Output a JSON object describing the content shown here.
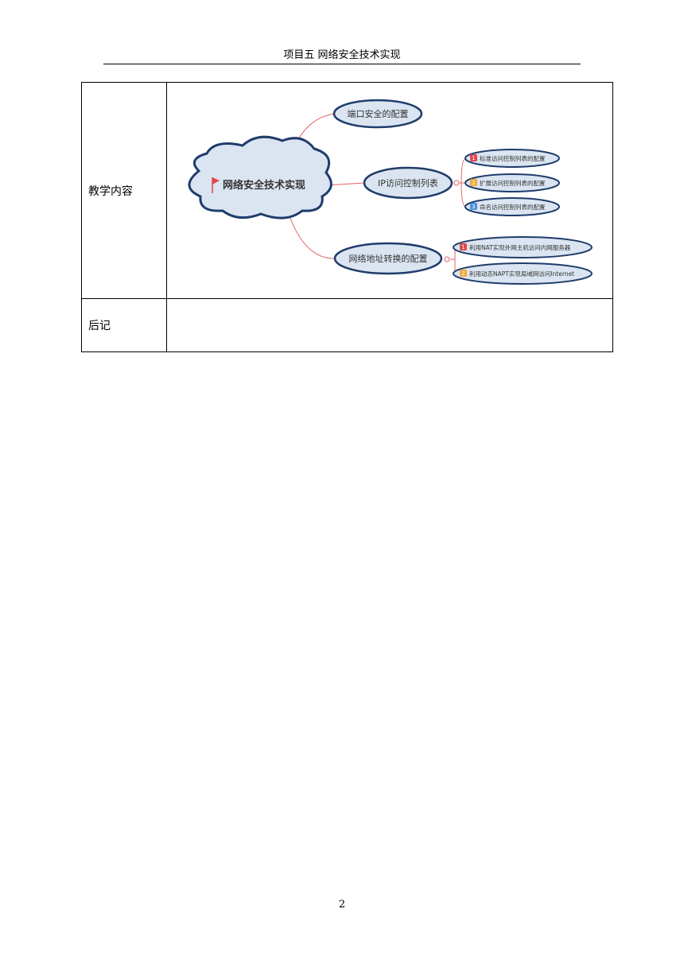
{
  "header": {
    "title": "项目五  网络安全技术实现"
  },
  "table": {
    "rows": [
      {
        "label": "教学内容"
      },
      {
        "label": "后记",
        "content": ""
      }
    ]
  },
  "mindmap": {
    "root": "网络安全技术实现",
    "branches": [
      {
        "label": "端口安全的配置"
      },
      {
        "label": "IP访问控制列表",
        "children": [
          {
            "num": "1",
            "label": "标准访问控制列表的配置",
            "color": "#e0474c"
          },
          {
            "num": "2",
            "label": "扩展访问控制列表的配置",
            "color": "#f2a93b"
          },
          {
            "num": "3",
            "label": "命名访问控制列表的配置",
            "color": "#4a90d9"
          }
        ]
      },
      {
        "label": "网络地址转换的配置",
        "children": [
          {
            "num": "1",
            "label": "利用NAT实现外网主机访问内网服务器",
            "color": "#e0474c"
          },
          {
            "num": "2",
            "label": "利用动态NAPT实现局域网访问Internet",
            "color": "#f2a93b"
          }
        ]
      }
    ],
    "colors": {
      "node_fill": "#dbe5f1",
      "node_stroke": "#1f3c6b",
      "connector": "#e06666",
      "flag": "#e0474c"
    }
  },
  "footer": {
    "page_number": "2"
  }
}
